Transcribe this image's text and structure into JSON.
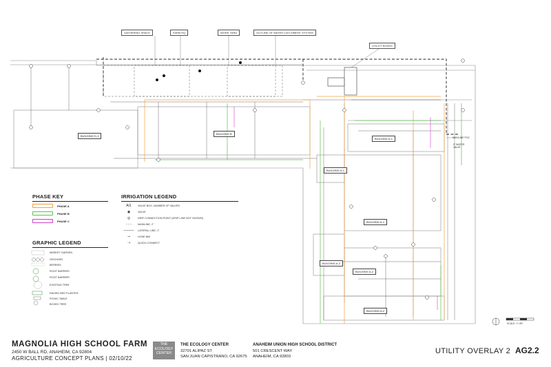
{
  "callouts": {
    "gathering": "GATHERING SPACE",
    "farm_hq": "FARM HQ",
    "work_yard": "WORK YARD",
    "catchment": "OUTLINE OF WATER CATCHMENT SYSTEM",
    "utility_boxes": "UTILITY BOXES"
  },
  "buildings": {
    "d1": "BUILDING D-1",
    "b": "BUILDING B",
    "a1_top": "BUILDING A-1",
    "a1_mid": "BUILDING A-1",
    "a1_right": "BUILDING A-1",
    "a2_left": "BUILDING A-2",
    "a2_mid": "BUILDING A-2",
    "a2_bottom": "BUILDING A-2"
  },
  "map_labels": {
    "mainline_poc": "MAINLINE POC",
    "water_valve": "3\" WATER VALVE",
    "scale": "SCALE: 1\"=50'"
  },
  "phase_key": {
    "title": "PHASE KEY",
    "items": [
      {
        "label": "PHASE A",
        "color": "#f0a040"
      },
      {
        "label": "PHASE B",
        "color": "#5cc04a"
      },
      {
        "label": "PHASE C",
        "color": "#d23bd0"
      }
    ]
  },
  "irrigation_legend": {
    "title": "IRRIGATION LEGEND",
    "items": [
      {
        "symbol": "A/1",
        "label": "VALVE BOX, NUMBER OF VALVES"
      },
      {
        "symbol": "◉",
        "label": "VALVE"
      },
      {
        "symbol": "◎",
        "label": "DRIP CONNECTION POINT (DRIP LINE NOT SHOWN)"
      },
      {
        "symbol": "- - -",
        "label": "MAINLINE, 2\""
      },
      {
        "symbol": "———",
        "label": "LATERAL LINE, 1\""
      },
      {
        "symbol": "⊸",
        "label": "HOSE BIB"
      },
      {
        "symbol": "⊣",
        "label": "QUICK-CONNECT"
      }
    ]
  },
  "graphic_legend": {
    "title": "GRAPHIC LEGEND",
    "items": [
      {
        "label": "MARKET GARDEN"
      },
      {
        "label": "ORCHARD"
      },
      {
        "label": "BERRIES"
      },
      {
        "label": "ROOT BARRIER"
      },
      {
        "label": "ROOT BARRIER"
      },
      {
        "label": "EXISTING TREE"
      },
      {
        "label": "RAISED BED PLANTER"
      },
      {
        "label": "PICNIC TABLE"
      },
      {
        "label": "BOXED TREE"
      }
    ]
  },
  "title_block": {
    "project": "MAGNOLIA HIGH SCHOOL FARM",
    "address": "2450 W BALL RD, ANAHEIM, CA 92804",
    "plan_set": "AGRICULTURE CONCEPT PLANS | 02/10/22",
    "logo_text": "THE ECOLOGY CENTER",
    "firm_name": "THE ECOLOGY CENTER",
    "firm_addr1": "32701 ALIPAZ ST",
    "firm_addr2": "SAN JUAN CAPISTRANO, CA 92675",
    "client_name": "ANAHEIM UNION HIGH SCHOOL DISTRICT",
    "client_addr1": "501 CRESCENT WAY",
    "client_addr2": "ANAHEIM, CA 92803",
    "sheet_title": "UTILITY OVERLAY 2",
    "sheet_number": "AG2.2"
  },
  "colors": {
    "phase_a": "#f0a040",
    "phase_b": "#5cc04a",
    "phase_c": "#d23bd0",
    "linework": "#555555",
    "mainline": "#222222"
  }
}
